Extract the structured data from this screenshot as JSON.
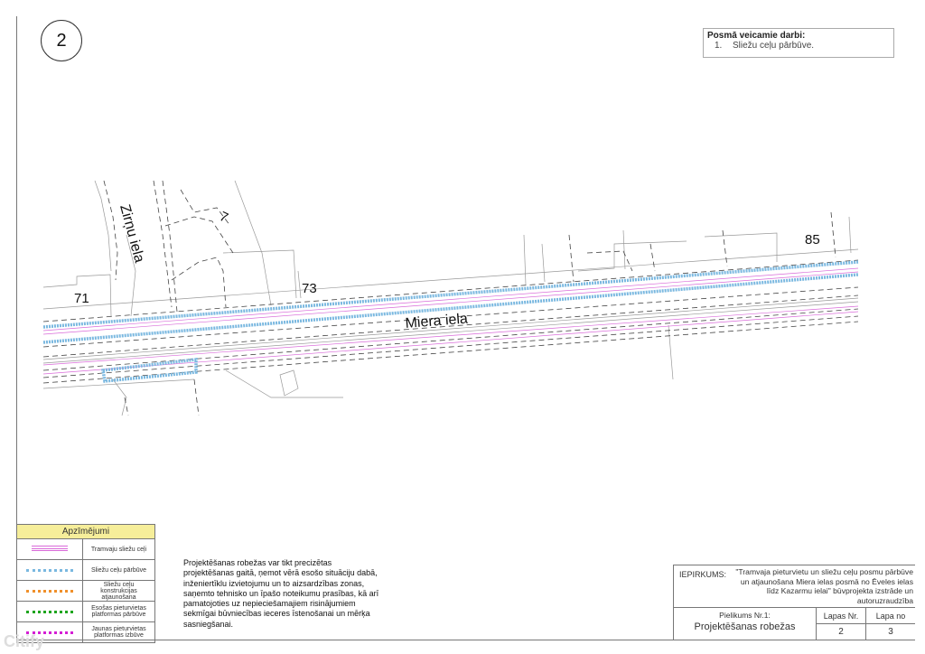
{
  "sheet_number": "2",
  "works_box": {
    "title": "Posmā veicamie darbi:",
    "items": [
      {
        "num": "1.",
        "text": "Sliežu ceļu pārbūve."
      }
    ]
  },
  "map_labels": {
    "street_main": "Miera iela",
    "street_side": "Zirņu iela",
    "house_71": "71",
    "house_7": "7",
    "house_73": "73",
    "house_85": "85"
  },
  "legend": {
    "title": "Apzīmējumi",
    "items": [
      {
        "label": "Tramvaju sliežu ceļi",
        "color": "#d96ad9",
        "style": "double-line"
      },
      {
        "label": "Sliežu ceļu pārbūve",
        "color": "#7ab8e0",
        "style": "dotted"
      },
      {
        "label": "Sliežu ceļu konstrukcijas atjaunošana",
        "color": "#f0902a",
        "style": "dotted"
      },
      {
        "label": "Esošas pieturvietas platformas pārbūve",
        "color": "#1ea51e",
        "style": "dotted"
      },
      {
        "label": "Jaunas pieturvietas platformas izbūve",
        "color": "#d41ed4",
        "style": "dotted"
      }
    ]
  },
  "note": "Projektēšanas robežas var tikt precizētas projektēšanas gaitā, ņemot vērā esošo situāciju dabā, inženiertīklu izvietojumu un to aizsardzības zonas, saņemto tehnisko un īpašo noteikumu prasības, kā arī pamatojoties uz nepieciešamajiem risinājumiem sekmīgai būvniecības ieceres īstenošanai un mērķa sasniegšanai.",
  "title_block": {
    "label": "IEPIRKUMS:",
    "procurement": "\"Tramvaja pieturvietu un sliežu ceļu posmu pārbūve un atjaunošana Miera ielas posmā no Ēveles ielas līdz Kazarmu ielai\" būvprojekta izstrāde un autoruzraudzība",
    "annex": "Pielikums Nr.1:",
    "sheet_title": "Projektēšanas robežas",
    "page_label": "Lapas Nr.",
    "page_value": "2",
    "of_label": "Lapa no",
    "of_value": "3"
  },
  "watermark": "Citify"
}
